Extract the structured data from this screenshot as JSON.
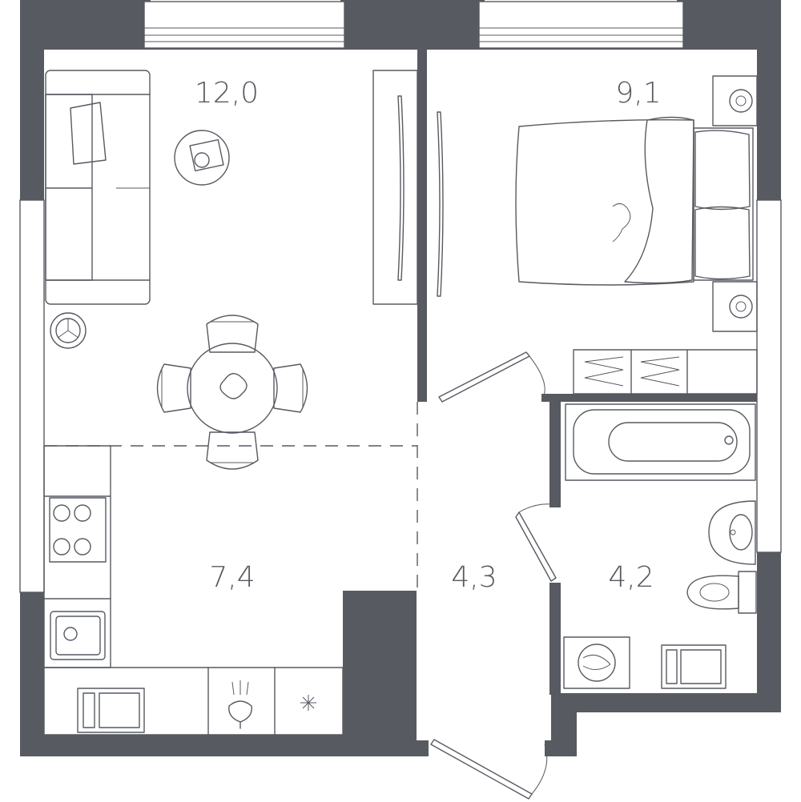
{
  "rooms": [
    {
      "id": "living",
      "area_label": "12,0"
    },
    {
      "id": "bedroom",
      "area_label": "9,1"
    },
    {
      "id": "kitchen",
      "area_label": "7,4"
    },
    {
      "id": "hallway",
      "area_label": "4,3"
    },
    {
      "id": "bathroom",
      "area_label": "4,2"
    }
  ],
  "colors": {
    "wall": "#575a60",
    "background": "#ffffff"
  }
}
